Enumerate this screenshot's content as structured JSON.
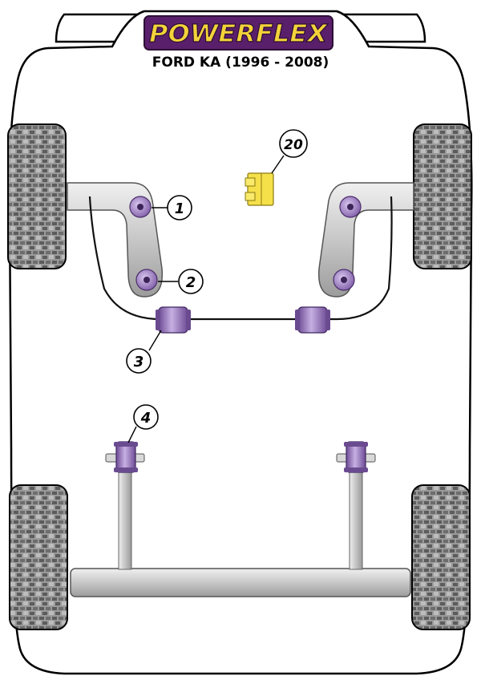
{
  "brand": {
    "logo_text": "POWERFLEX",
    "logo_bg": "#5a1f6b",
    "logo_fill": "#f3d23a"
  },
  "subtitle": "FORD KA (1996 - 2008)",
  "colors": {
    "bush_purple": "#a98fc8",
    "bush_dark": "#5b3d7f",
    "bush_yellow": "#f5e04a",
    "metal_grey": "#c9c9c9",
    "tyre_grey": "#8f8f8f"
  },
  "callouts": [
    {
      "number": "1",
      "part": "front-arm-front-bush"
    },
    {
      "number": "2",
      "part": "front-arm-rear-bush"
    },
    {
      "number": "3",
      "part": "anti-roll-bar-bush"
    },
    {
      "number": "4",
      "part": "rear-beam-mount-bush"
    },
    {
      "number": "20",
      "part": "yellow-mount-insert"
    }
  ]
}
